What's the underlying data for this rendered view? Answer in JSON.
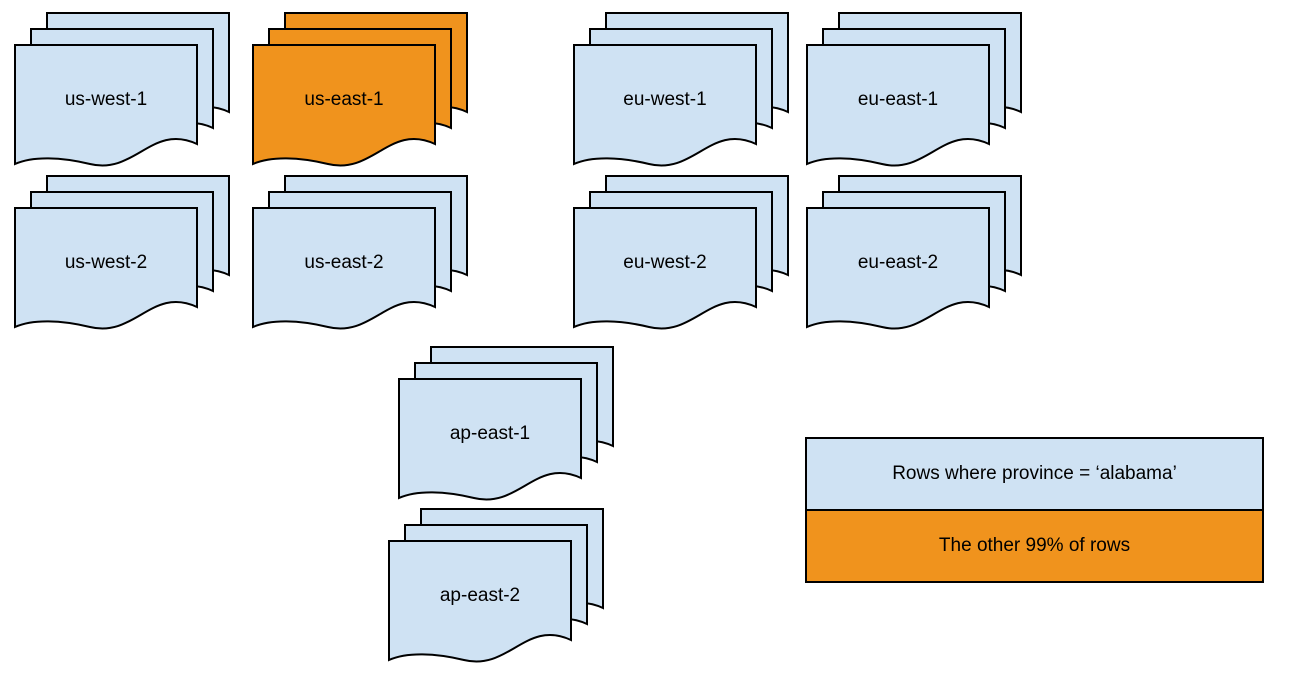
{
  "colors": {
    "blue": "#cfe2f3",
    "orange": "#f0931d",
    "outline": "#000000",
    "bg": "#ffffff"
  },
  "stacks": [
    {
      "label": "us-west-1",
      "variant": "blue"
    },
    {
      "label": "us-east-1",
      "variant": "orange"
    },
    {
      "label": "eu-west-1",
      "variant": "blue"
    },
    {
      "label": "eu-east-1",
      "variant": "blue"
    },
    {
      "label": "us-west-2",
      "variant": "blue"
    },
    {
      "label": "us-east-2",
      "variant": "blue"
    },
    {
      "label": "eu-west-2",
      "variant": "blue"
    },
    {
      "label": "eu-east-2",
      "variant": "blue"
    },
    {
      "label": "ap-east-1",
      "variant": "blue"
    },
    {
      "label": "ap-east-2",
      "variant": "blue"
    }
  ],
  "legend": {
    "blue_label": "Rows where province = ‘alabama’",
    "orange_label": "The other 99% of rows"
  }
}
